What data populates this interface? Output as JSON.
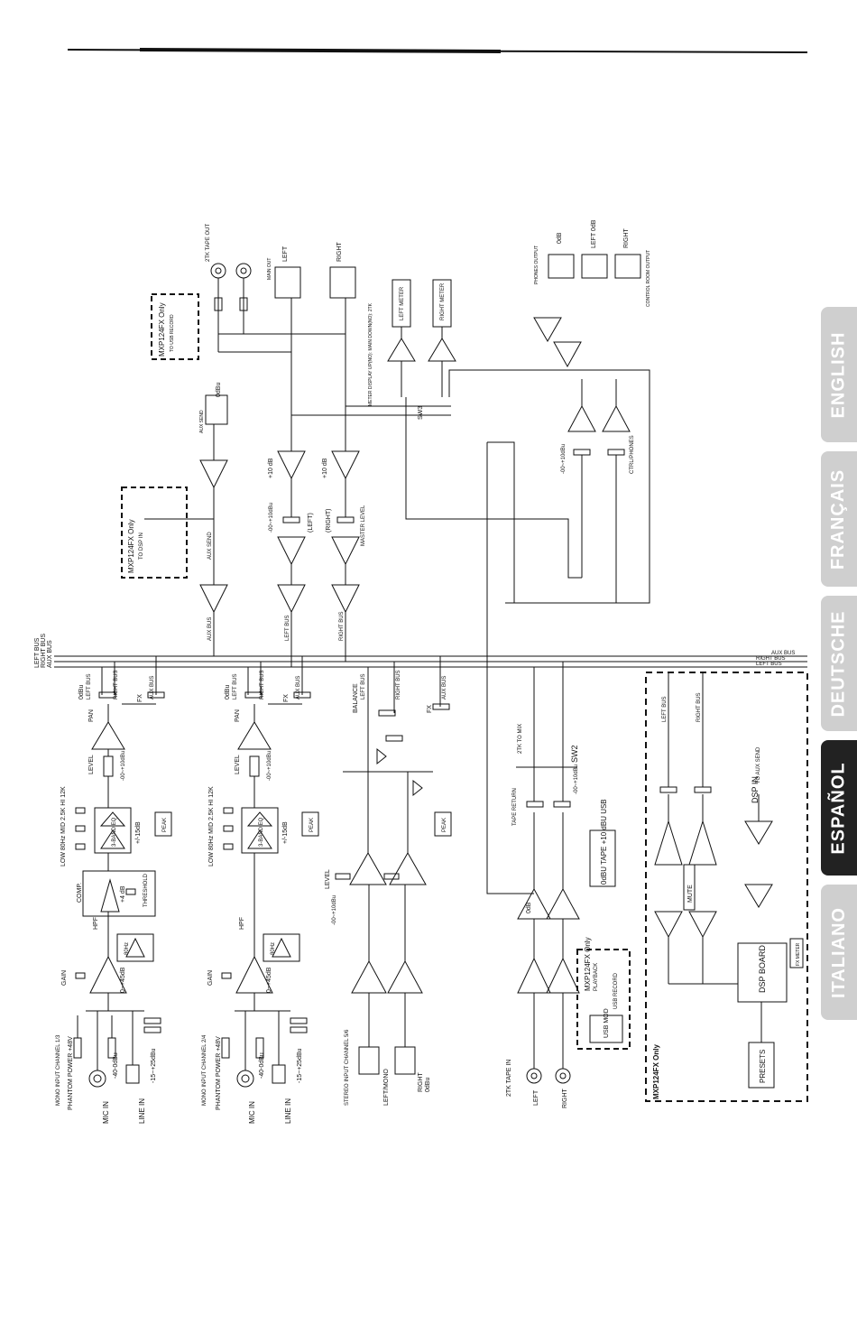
{
  "language_tabs": [
    {
      "label": "ENGLISH",
      "active": false
    },
    {
      "label": "FRANÇAIS",
      "active": false
    },
    {
      "label": "DEUTSCHE",
      "active": false
    },
    {
      "label": "ESPAÑOL",
      "active": true
    },
    {
      "label": "ITALIANO",
      "active": false
    }
  ],
  "buses": {
    "left": "LEFT BUS",
    "right": "RIGHT BUS",
    "aux": "AUX BUS"
  },
  "mono_channels": [
    {
      "input_title": "MONO INPUT CHANNEL 1/3",
      "phantom": "PHANTOM POWER +48V",
      "mic_in": "MIC IN",
      "line_in": "LINE IN",
      "mic_range": "-40-0dBu",
      "line_range": "-15~+25dBu",
      "gain": "GAIN",
      "gain_range": "0~+45dB",
      "hpf": "HPF",
      "hpf_freq": "80Hz",
      "comp": "COMP.",
      "comp_gain": "+4 dB",
      "threshold": "THRESHOLD",
      "eq": "3-BAND EQ",
      "eq_range": "+/-15dB",
      "eq_bands": "LOW 80Hz   MID 2.5K   HI 12K",
      "level": "LEVEL",
      "level_range": "-00~+10dBu",
      "peak": "PEAK",
      "pan": "PAN",
      "fx": "FX",
      "left_bus": "LEFT BUS",
      "right_bus": "RIGHT BUS",
      "aux_bus": "AUX BUS",
      "odbu": "0dBu"
    },
    {
      "input_title": "MONO INPUT CHANNEL 2/4",
      "phantom": "PHANTOM POWER +48V",
      "mic_in": "MIC IN",
      "line_in": "LINE IN",
      "mic_range": "-40-0dBu",
      "line_range": "-15~+25dBu",
      "gain": "GAIN",
      "gain_range": "0~+45dB",
      "hpf": "HPF",
      "hpf_freq": "80Hz",
      "eq": "3-BAND EQ",
      "eq_range": "+/-15dB",
      "eq_bands": "LOW 80Hz   MID 2.5K   HI 12K",
      "level": "LEVEL",
      "level_range": "-00~+10dBu",
      "peak": "PEAK",
      "pan": "PAN",
      "fx": "FX",
      "left_bus": "LEFT BUS",
      "right_bus": "RIGHT BUS",
      "aux_bus": "AUX BUS",
      "odbu": "0dBu"
    }
  ],
  "stereo_channel": {
    "input_title": "STEREO INPUT CHANNEL 5/6",
    "left_mono": "LEFT/MONO",
    "right": "RIGHT",
    "odbu": "0dBu",
    "level": "LEVEL",
    "level_range": "-00~+10dBu",
    "balance": "BALANCE",
    "fx": "FX",
    "peak": "PEAK",
    "left_bus": "LEFT BUS",
    "right_bus": "RIGHT BUS",
    "aux_bus": "AUX BUS"
  },
  "tape_section": {
    "tape_in": "2TK TAPE IN",
    "left": "LEFT",
    "right": "RIGHT",
    "tape_return": "TAPE RETURN",
    "tape_range": "-00~+10dBu",
    "to_mix": "2TK TO MIX",
    "sw2": "SW2",
    "usb_box": "0dBU TAPE  +10 dBU USB",
    "usb_mod": "USB MOD",
    "usb_only": "MXP124FX Only",
    "usb_playback": "PLAYBACK",
    "usb_record": "USB RECORD",
    "odb": "0dB"
  },
  "dsp_section": {
    "title": "MXP124FX Only",
    "dsp_in": "DSP IN",
    "to_aux_send": "TO AUX SEND",
    "dsp_board": "DSP BOARD",
    "presets": "PRESETS",
    "mute": "MUTE",
    "fx_meter": "FX METER",
    "left_bus": "LEFT BUS",
    "right_bus": "RIGHT BUS"
  },
  "master_section": {
    "aux_bus": "AUX BUS",
    "aux_send": "AUX SEND",
    "aux_out": "AUX SEND",
    "odbu": "0dBu",
    "left_bus": "LEFT BUS",
    "right_bus": "RIGHT BUS",
    "plus10": "+10 dB",
    "master_level": "MASTER LEVEL",
    "master_range": "-00~+10dBu",
    "left_paren": "(LEFT)",
    "right_paren": "(RIGHT)",
    "to_dsp": "TO DSP IN",
    "dsp_only": "MXP124FX Only",
    "main_out": "MAIN OUT",
    "left": "LEFT",
    "right": "RIGHT",
    "tape_out": "2TK TAPE OUT",
    "usb_only": "MXP124FX Only",
    "to_usb_record": "TO USB RECORD",
    "sw3": "SW3",
    "meter_display": "METER DISPLAY UP(NO): MAIN  DOWN(NO): 2TK",
    "left_meter": "LEFT METER",
    "right_meter": "RIGHT METER",
    "phones_out": "PHONES OUTPUT",
    "control_room": "CONTROL ROOM OUTPUT",
    "ctrl_phones": "CTRL/PHONES",
    "ctrl_range": "-00~+10dBu",
    "odb": "0dB",
    "left_odb": "LEFT 0dB",
    "right_odb": "RIGHT"
  }
}
